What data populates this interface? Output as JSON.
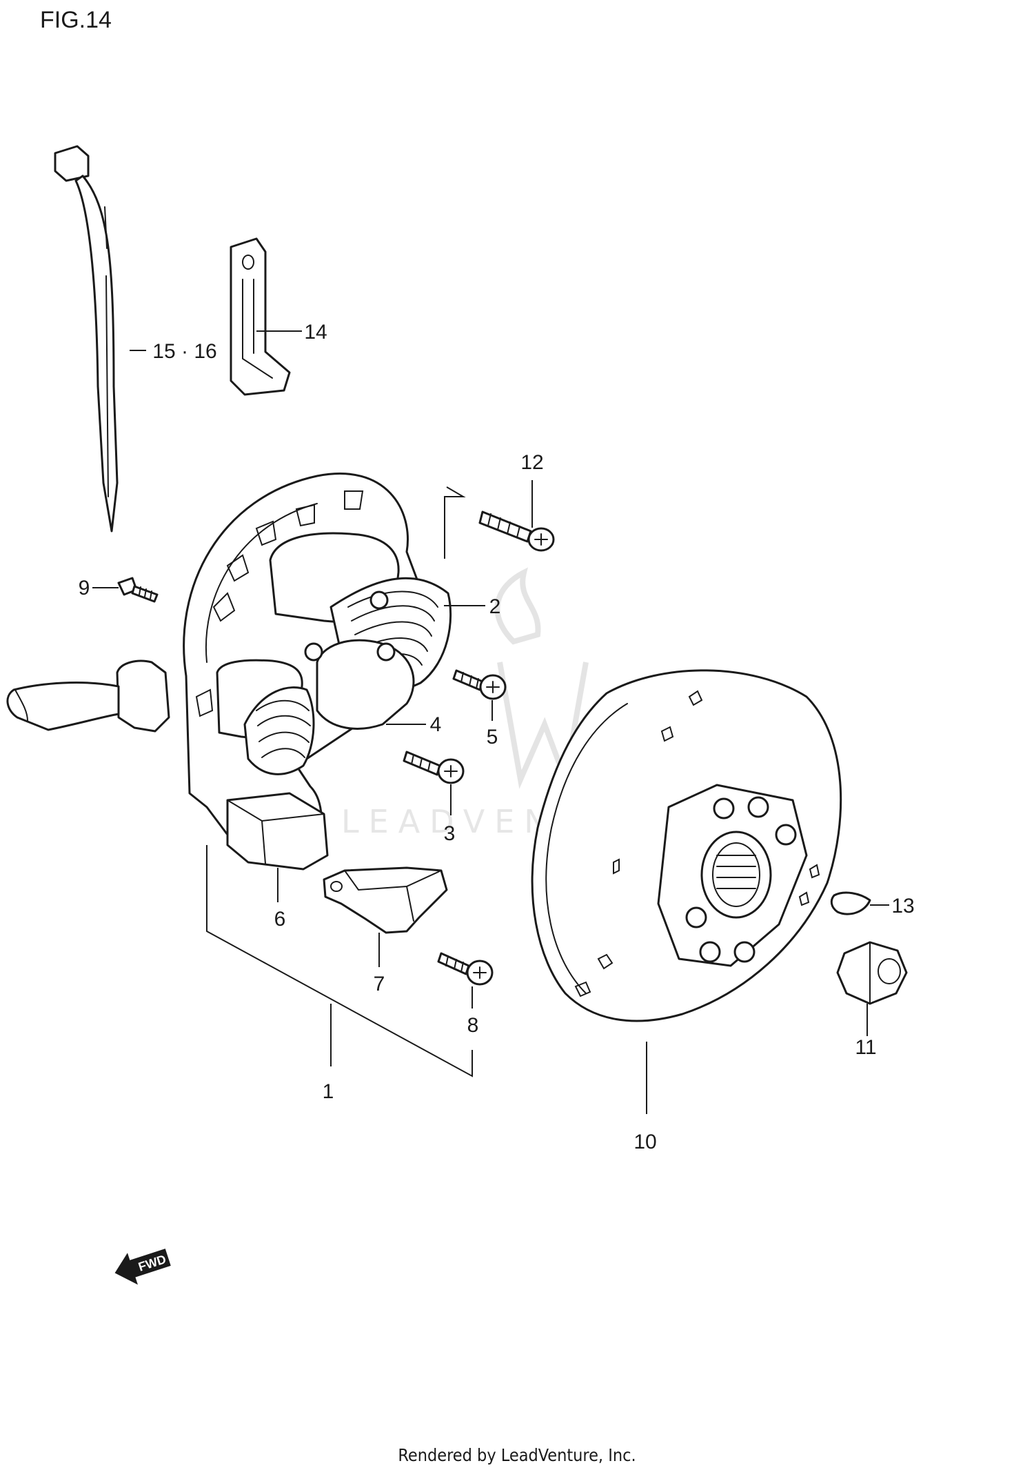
{
  "figure": {
    "title": "FIG.14"
  },
  "watermark": {
    "text": "LEADVENTURE"
  },
  "footer": {
    "text": "Rendered by LeadVenture, Inc."
  },
  "direction_arrow": {
    "label": "FWD"
  },
  "callouts": [
    {
      "id": "1",
      "label": "1"
    },
    {
      "id": "2",
      "label": "2"
    },
    {
      "id": "3",
      "label": "3"
    },
    {
      "id": "4",
      "label": "4"
    },
    {
      "id": "5",
      "label": "5"
    },
    {
      "id": "6",
      "label": "6"
    },
    {
      "id": "7",
      "label": "7"
    },
    {
      "id": "8",
      "label": "8"
    },
    {
      "id": "9",
      "label": "9"
    },
    {
      "id": "10",
      "label": "10"
    },
    {
      "id": "11",
      "label": "11"
    },
    {
      "id": "12",
      "label": "12"
    },
    {
      "id": "13",
      "label": "13"
    },
    {
      "id": "14",
      "label": "14"
    },
    {
      "id": "15-16",
      "label": "15 · 16"
    }
  ],
  "colors": {
    "ink": "#1a1a1a",
    "watermark": "#e6e6e6"
  }
}
